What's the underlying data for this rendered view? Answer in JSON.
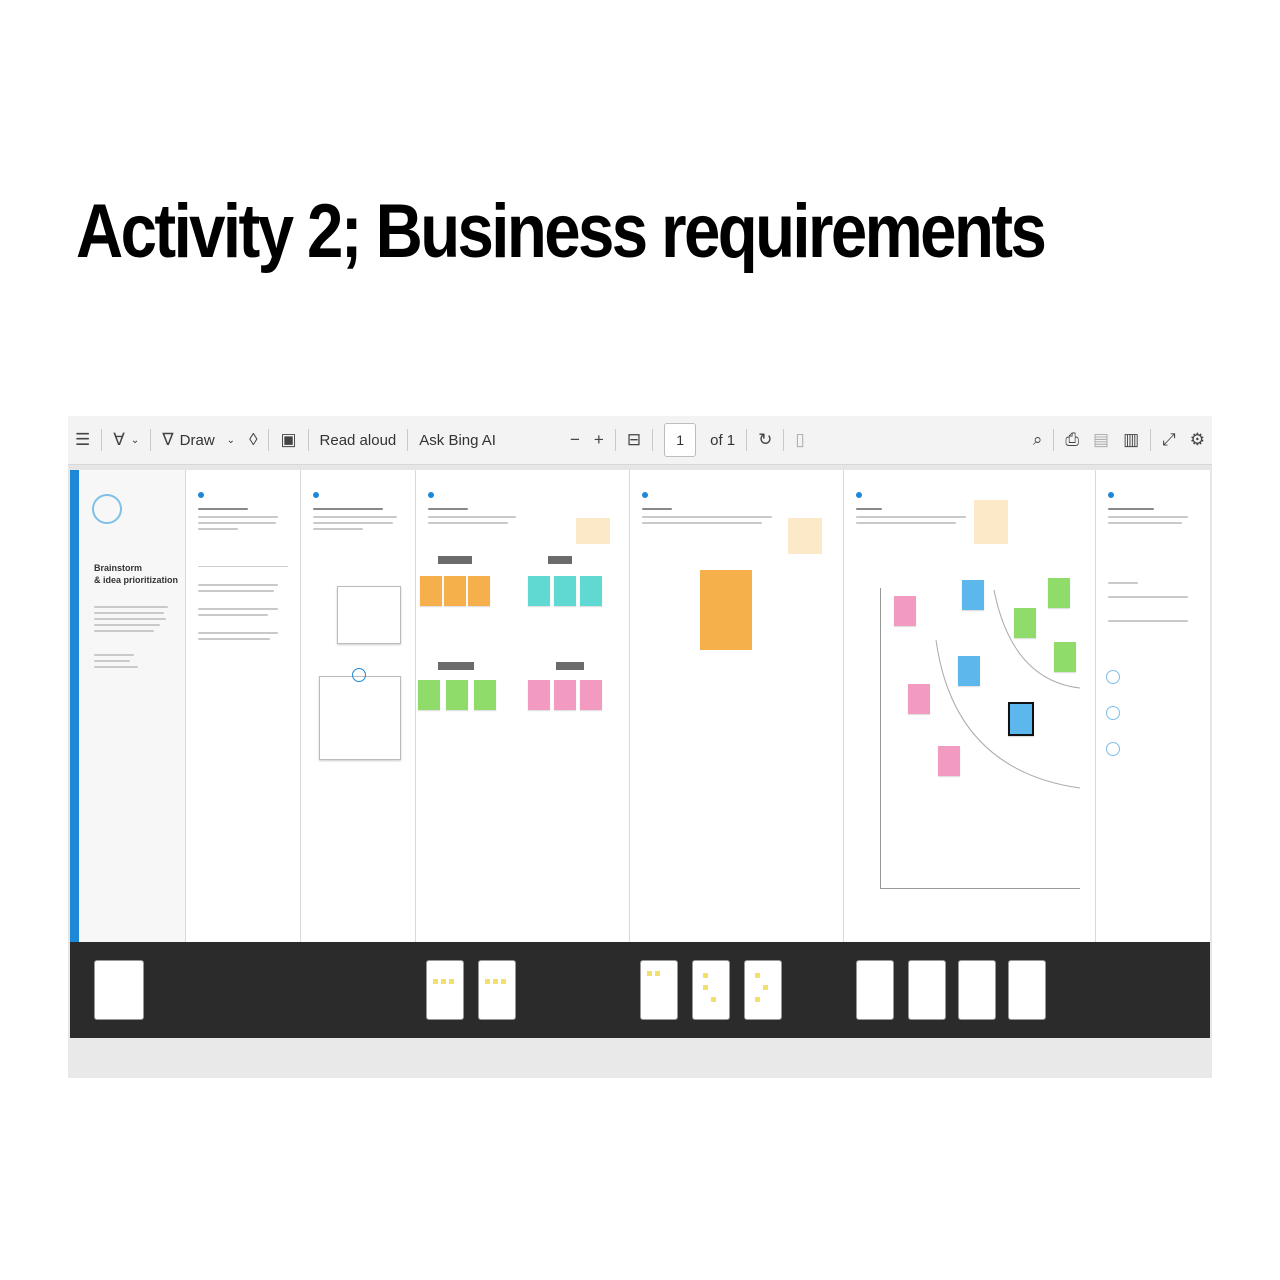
{
  "heading": "Activity 2; Business requirements",
  "toolbar": {
    "draw_label": "Draw",
    "read_aloud_label": "Read aloud",
    "ask_bing_label": "Ask Bing AI",
    "page_number": "1",
    "page_of": "of 1",
    "icons": [
      "contents-icon",
      "highlight-icon",
      "draw-icon",
      "eraser-icon",
      "textbox-icon",
      "zoom-out-icon",
      "zoom-in-icon",
      "fit-page-icon",
      "rotate-icon",
      "two-page-icon",
      "search-icon",
      "print-icon",
      "save-icon",
      "save-as-icon",
      "fullscreen-icon",
      "settings-icon"
    ]
  },
  "template": {
    "brand_title_1": "Brainstorm",
    "brand_title_2": "& idea prioritization"
  },
  "colors": {
    "accent": "#1e88d8",
    "sticky_orange": "#f5b04c",
    "sticky_cyan": "#5fd9d2",
    "sticky_green": "#8fdc6a",
    "sticky_pink": "#f29ac0",
    "sticky_blue": "#5bb7ec",
    "sticky_yellow": "#f2e06c",
    "note_cream": "#fbe9c7"
  }
}
